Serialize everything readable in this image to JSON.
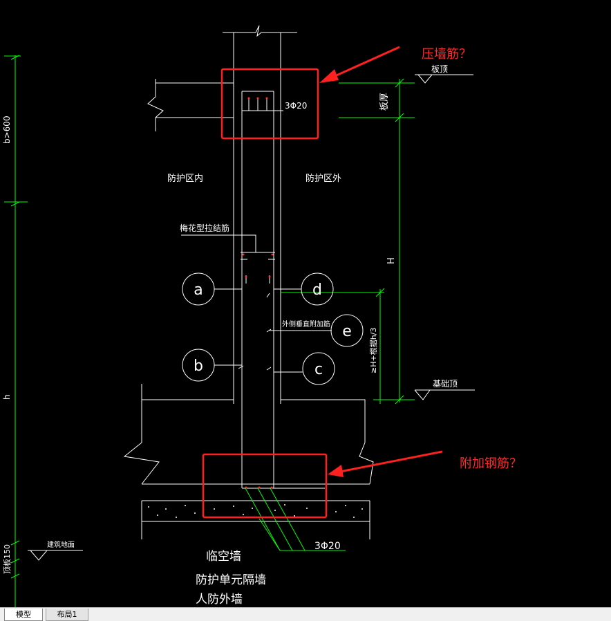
{
  "drawing": {
    "annotations": {
      "top_question": "压墙筋？",
      "bottom_question": "附加钢筋？"
    },
    "labels": {
      "slab_top": "板顶",
      "slab_thickness": "板厚",
      "top_rebar": "3Φ20",
      "inside_zone": "防护区内",
      "outside_zone": "防护区外",
      "tie_bar": "梅花型拉结筋",
      "outer_vertical_bar": "外侧垂直附加筋",
      "height_h": "H",
      "height_ratio": "≥H+根据h/3",
      "foundation_top": "基础顶",
      "bottom_rebar": "3Φ20",
      "building_ground": "建筑地面",
      "left_dim_top": "b>600",
      "left_dim_h": "h",
      "left_dim_bottom": "顶板150",
      "wall_type_1": "临空墙",
      "wall_type_2": "防护单元隔墙",
      "wall_type_3": "人防外墙",
      "bubble_a": "a",
      "bubble_b": "b",
      "bubble_c": "c",
      "bubble_d": "d",
      "bubble_e": "e"
    },
    "colors": {
      "background": "#000000",
      "line": "#ffffff",
      "dimension": "#00ff00",
      "highlight": "#ff2a2a"
    }
  },
  "tabs": [
    {
      "label": "模型",
      "active": true
    },
    {
      "label": "布局1",
      "active": false
    }
  ]
}
